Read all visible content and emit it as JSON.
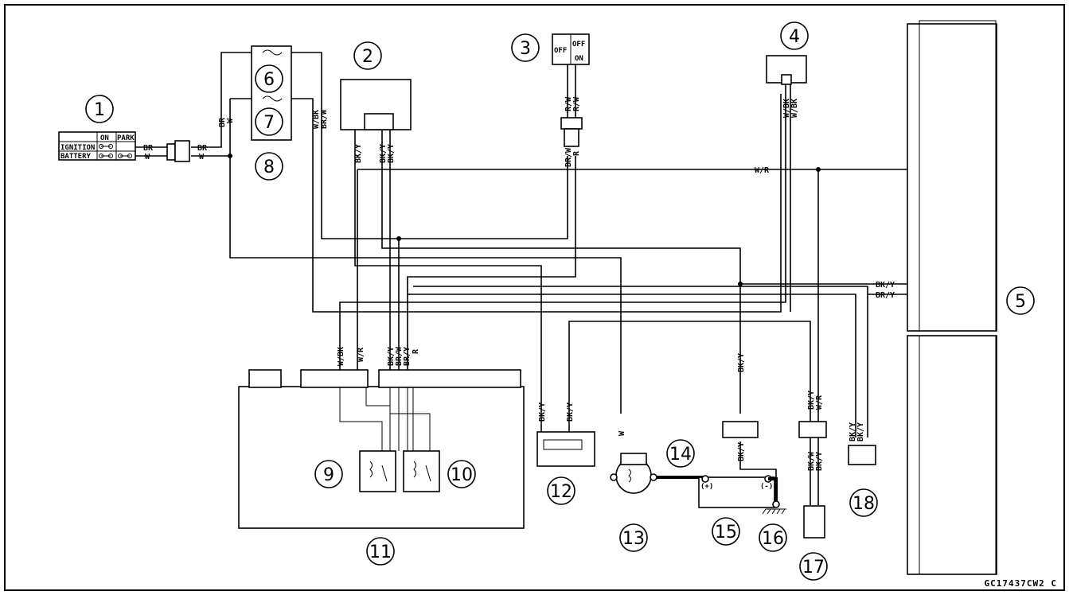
{
  "callouts": [
    "1",
    "2",
    "3",
    "4",
    "5",
    "6",
    "7",
    "8",
    "9",
    "10",
    "11",
    "12",
    "13",
    "14",
    "15",
    "16",
    "17",
    "18"
  ],
  "ignition_table": {
    "col_on": "ON",
    "col_park": "PARK",
    "row_ignition": "IGNITION",
    "row_battery": "BATTERY"
  },
  "switch3": {
    "off_left": "OFF",
    "off_right": "OFF",
    "on": "ON"
  },
  "battery_terms": {
    "pos": "(+)",
    "neg": "(-)"
  },
  "wire_labels": {
    "br": "BR",
    "w": "W",
    "w_bk": "W/BK",
    "br_w": "BR/W",
    "bk_y": "BK/Y",
    "r_w": "R/W",
    "r": "R",
    "w_r": "W/R",
    "br_y": "BR/Y",
    "bk_w": "BK/W"
  },
  "figure_code": "GC17437CW2 C"
}
